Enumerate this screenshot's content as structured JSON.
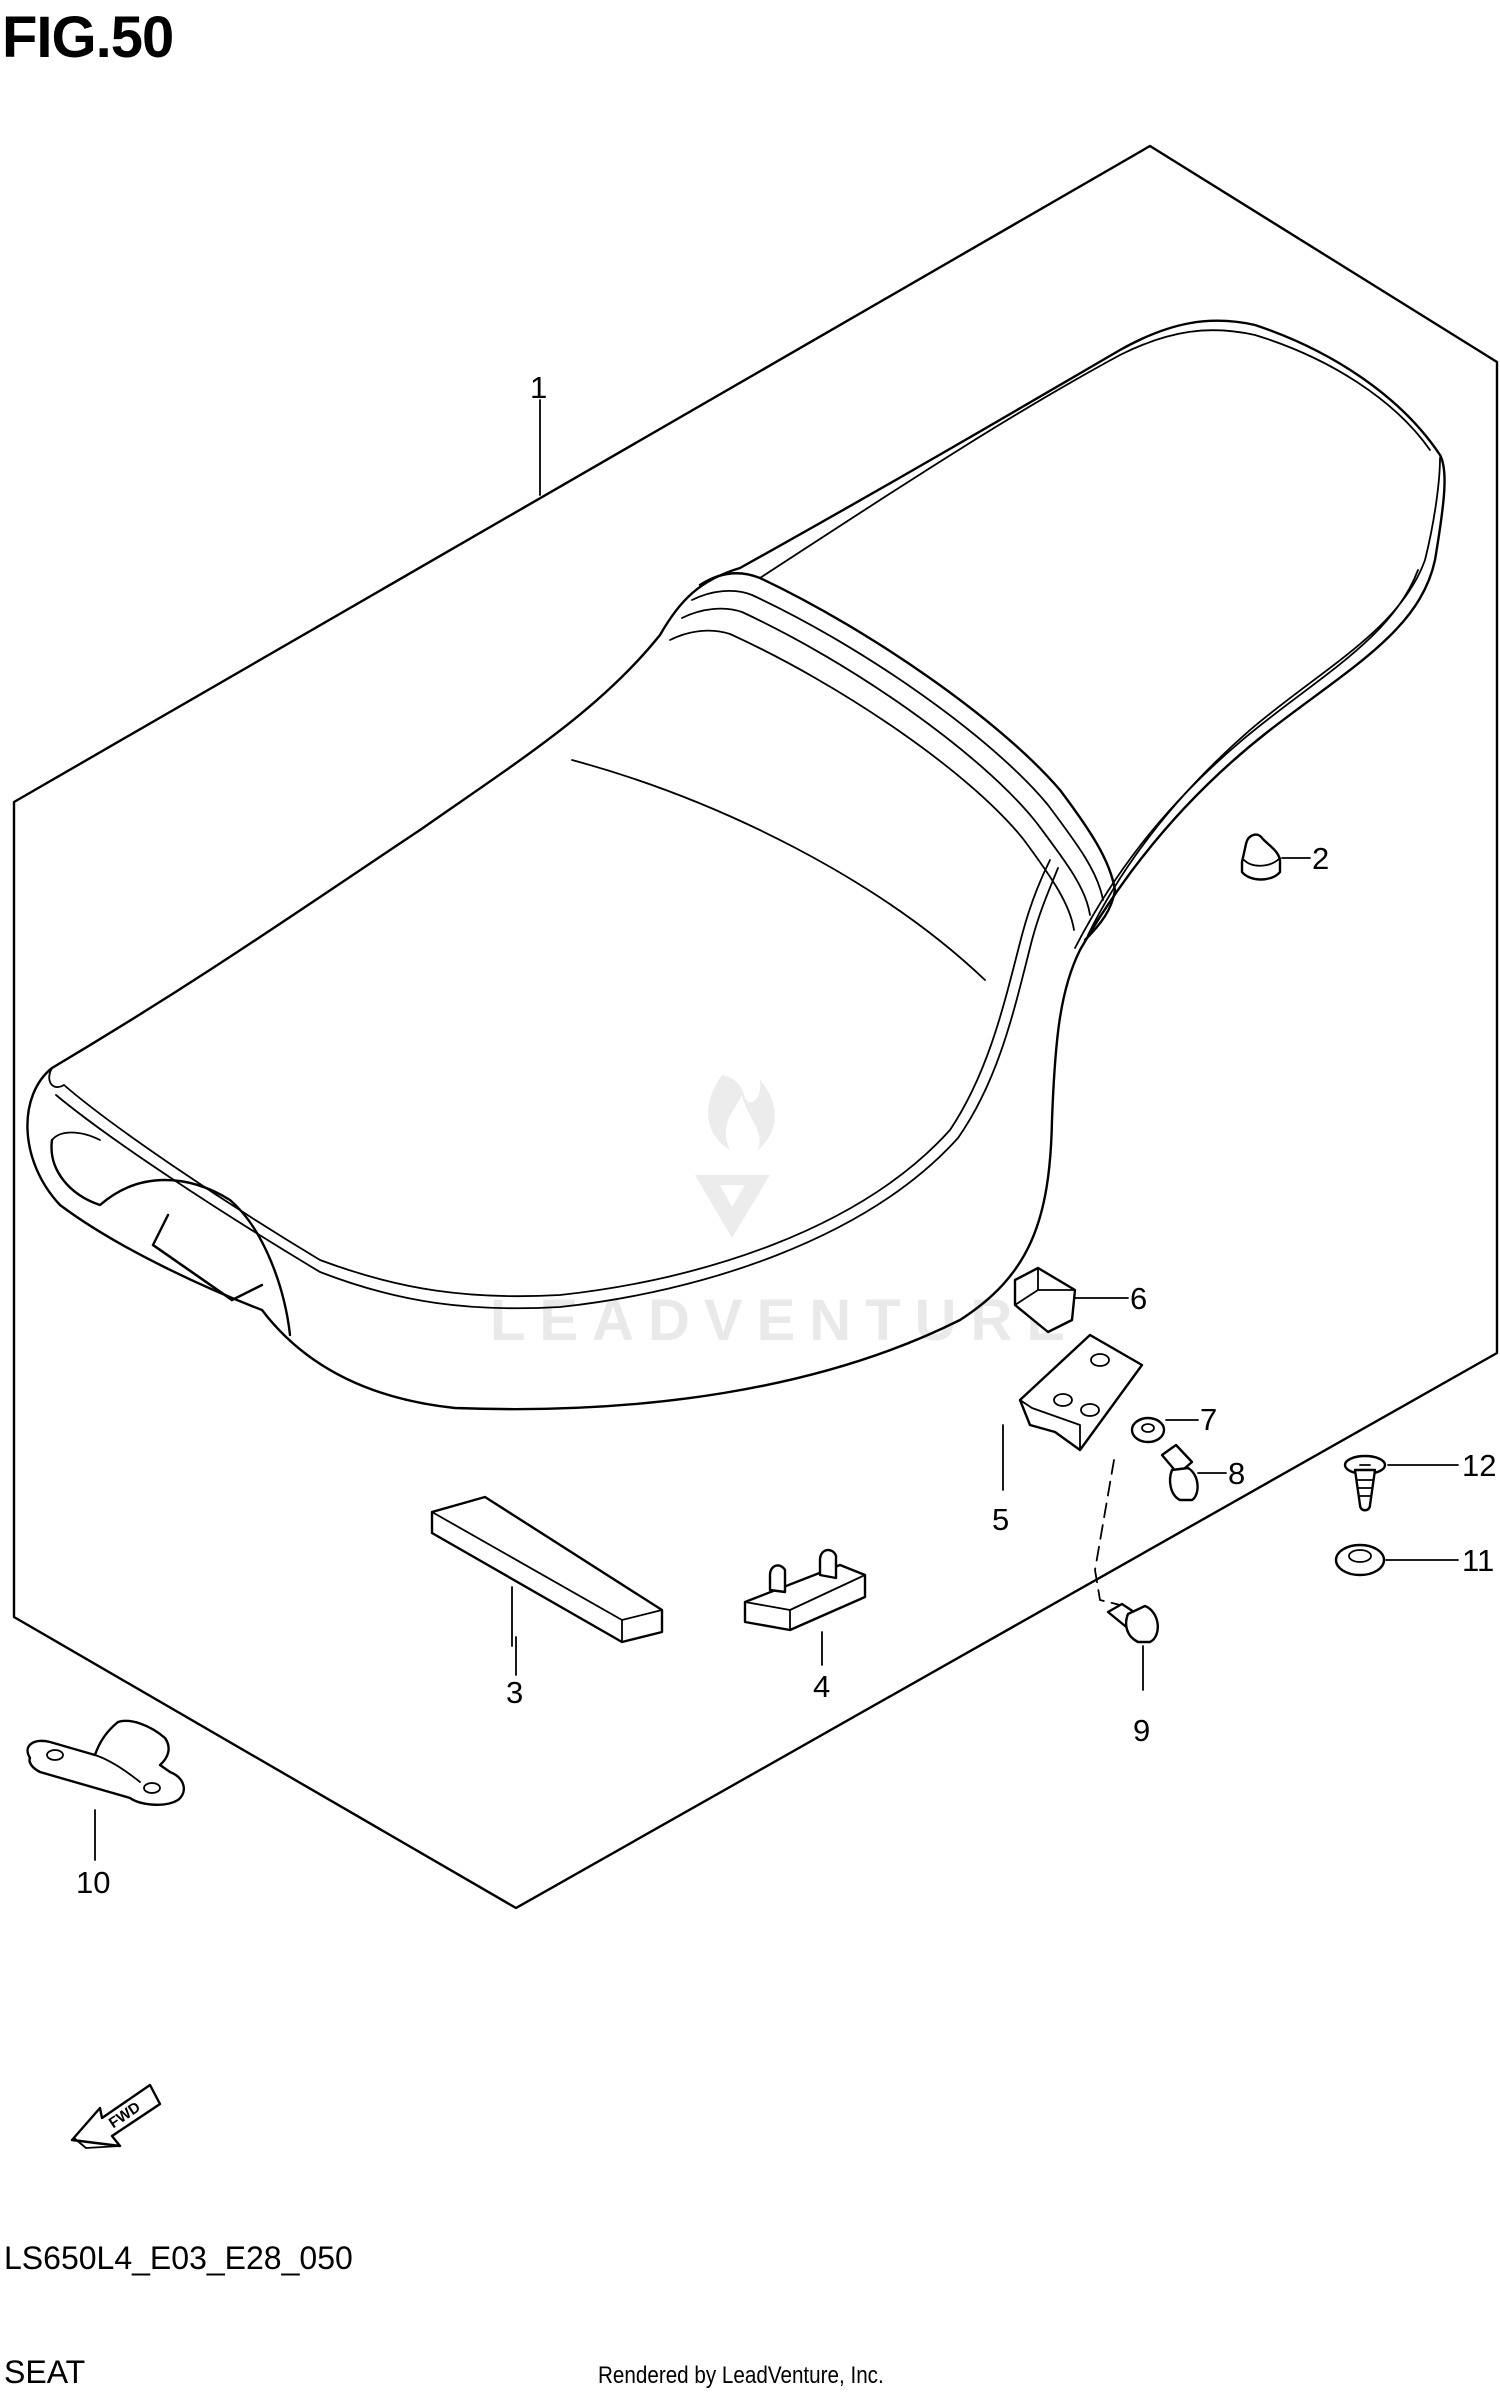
{
  "figure": {
    "title": "FIG.50",
    "code": "LS650L4_E03_E28_050",
    "name": "SEAT",
    "rendered_by": "Rendered by LeadVenture, Inc.",
    "watermark": "LEADVENTURE"
  },
  "callouts": [
    {
      "id": "1",
      "label": "1"
    },
    {
      "id": "2",
      "label": "2"
    },
    {
      "id": "3",
      "label": "3"
    },
    {
      "id": "4",
      "label": "4"
    },
    {
      "id": "5",
      "label": "5"
    },
    {
      "id": "6",
      "label": "6"
    },
    {
      "id": "7",
      "label": "7"
    },
    {
      "id": "8",
      "label": "8"
    },
    {
      "id": "9",
      "label": "9"
    },
    {
      "id": "10",
      "label": "10"
    },
    {
      "id": "11",
      "label": "11"
    },
    {
      "id": "12",
      "label": "12"
    }
  ],
  "fwd_arrow": {
    "label": "FWD"
  }
}
